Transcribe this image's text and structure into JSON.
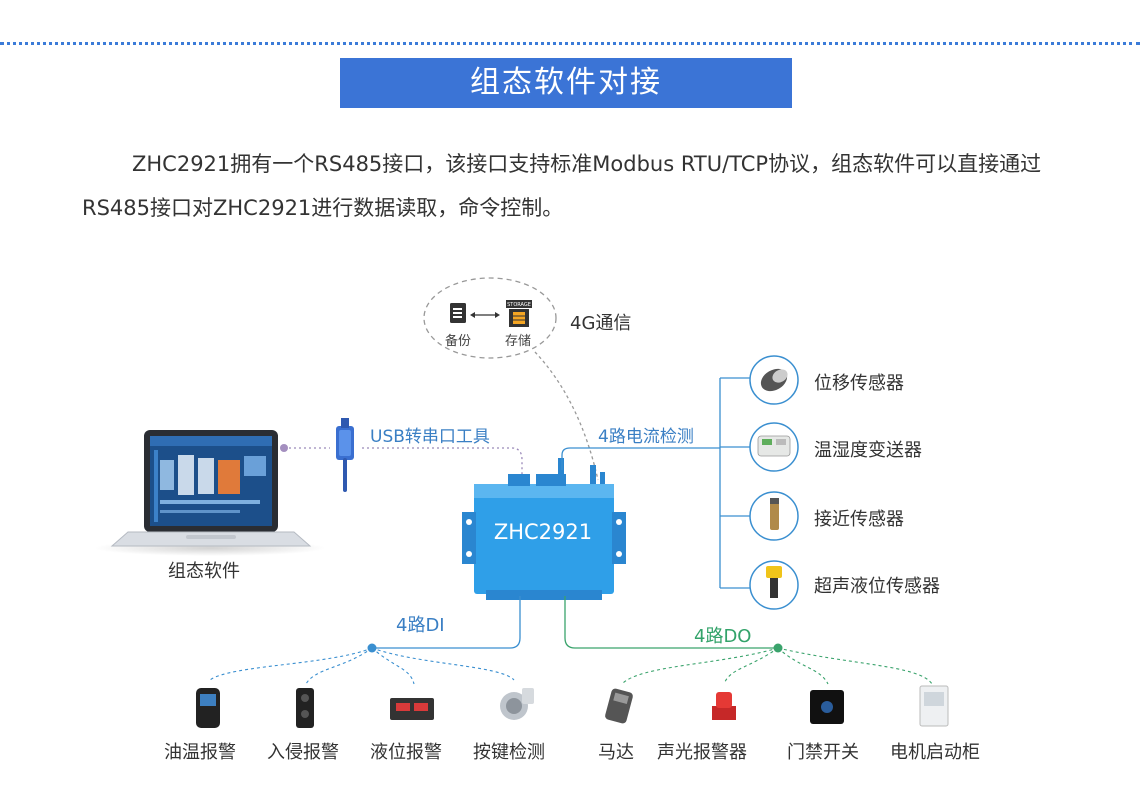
{
  "title": "组态软件对接",
  "intro": "ZHC2921拥有一个RS485接口，该接口支持标准Modbus RTU/TCP协议，组态软件可以直接通过RS485接口对ZHC2921进行数据读取，命令控制。",
  "cloud": {
    "left": "备份",
    "right": "存储",
    "storage_tag": "STORAGE",
    "label": "4G通信"
  },
  "laptop": {
    "label": "组态软件"
  },
  "usb": {
    "label": "USB转串口工具"
  },
  "device": {
    "name": "ZHC2921"
  },
  "analog": {
    "label": "4路电流检测",
    "sensors": [
      "位移传感器",
      "温湿度变送器",
      "接近传感器",
      "超声液位传感器"
    ]
  },
  "di": {
    "label": "4路DI",
    "items": [
      "油温报警",
      "入侵报警",
      "液位报警",
      "按键检测"
    ]
  },
  "do": {
    "label": "4路DO",
    "items": [
      "马达",
      "声光报警器",
      "门禁开关",
      "电机启动柜"
    ]
  },
  "colors": {
    "accent": "#3b74d6",
    "device": "#2f9fe8",
    "di_line": "#3a8fd0",
    "do_line": "#3aa36c"
  }
}
